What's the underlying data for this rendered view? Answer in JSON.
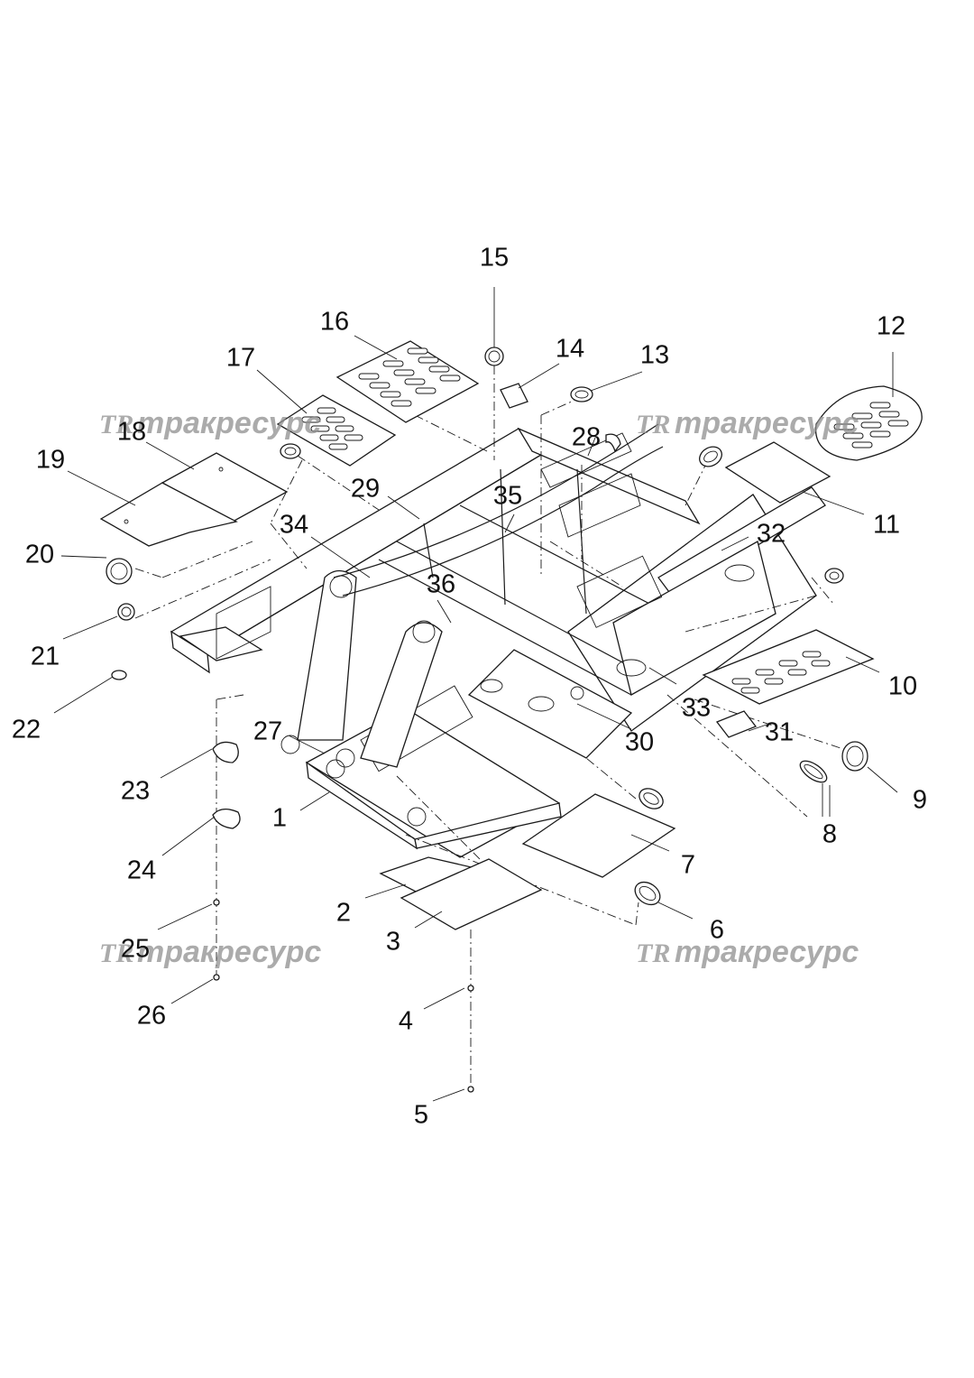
{
  "diagram": {
    "part_numbers": [
      "1",
      "2",
      "3",
      "4",
      "5",
      "6",
      "7",
      "8",
      "9",
      "10",
      "11",
      "12",
      "13",
      "14",
      "15",
      "16",
      "17",
      "18",
      "19",
      "20",
      "21",
      "22",
      "23",
      "24",
      "25",
      "26",
      "27",
      "28",
      "29",
      "30",
      "31",
      "32",
      "33",
      "34",
      "35",
      "36"
    ],
    "watermark": {
      "logo": "TR",
      "text": "тракресурс"
    },
    "colors": {
      "line": "#1a1a1a",
      "label": "#111111",
      "watermark": "#8f8f8f",
      "background": "#ffffff"
    }
  }
}
